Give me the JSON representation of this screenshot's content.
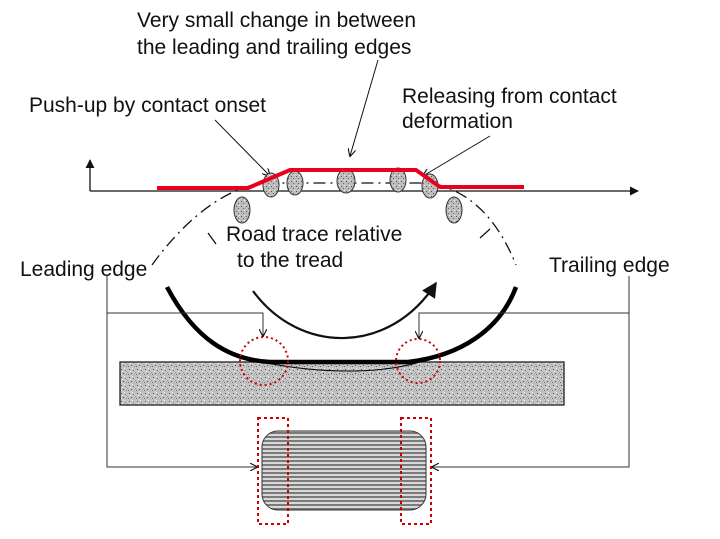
{
  "labels": {
    "top_line1": "Very small change in between",
    "top_line2": "the leading and trailing edges",
    "push_up": "Push-up by contact onset",
    "releasing_line1": "Releasing from contact",
    "releasing_line2": "deformation",
    "road_trace_line1": "Road trace relative",
    "road_trace_line2": "to the tread",
    "leading_edge": "Leading edge",
    "trailing_edge": "Trailing edge"
  },
  "colors": {
    "tread_profile": "#e8001c",
    "highlight_dashes": "#cc0000",
    "ink": "#111111",
    "road": "#c9c9c9",
    "footprint": "#8c8c8c"
  }
}
